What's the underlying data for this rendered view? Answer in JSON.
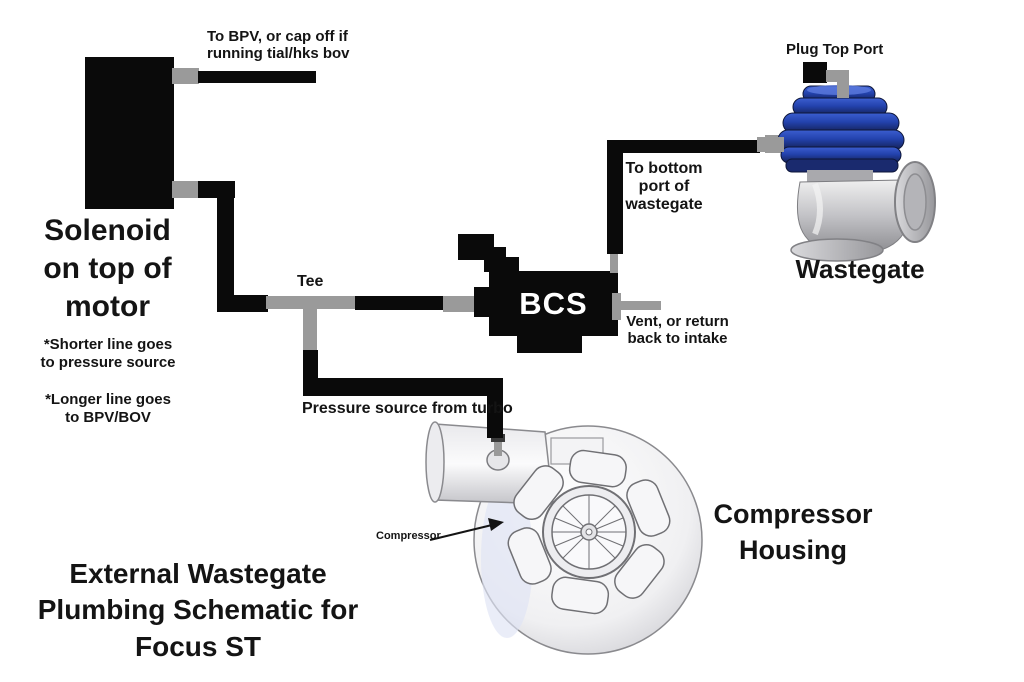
{
  "title": {
    "text": "External Wastegate\nPlumbing Schematic for\nFocus ST"
  },
  "colors": {
    "background": "#ffffff",
    "text": "#141414",
    "line_black": "#0a0a0a",
    "line_gray": "#9a9a9a",
    "wastegate_blue_dark": "#16245e",
    "wastegate_blue": "#2b4ab8",
    "metal_light": "#e8e8e8",
    "metal_dark": "#9c9ca0",
    "housing_tint": "#dfe3f5"
  },
  "solenoid": {
    "label": "Solenoid\non top of\nmotor",
    "to_bpv_note": "To BPV, or cap off if\nrunning tial/hks bov",
    "note_shorter": "*Shorter line goes\nto pressure source",
    "note_longer": "*Longer line goes\nto BPV/BOV"
  },
  "tee": {
    "label": "Tee"
  },
  "bcs": {
    "label": "BCS",
    "to_bottom_port_note": "To bottom\nport of\nwastegate",
    "vent_note": "Vent, or return\nback to intake"
  },
  "wastegate": {
    "label": "Wastegate",
    "plug_note": "Plug Top Port"
  },
  "compressor": {
    "label": "Compressor\nHousing",
    "callout": "Compressor",
    "pressure_note": "Pressure source from turbo"
  }
}
